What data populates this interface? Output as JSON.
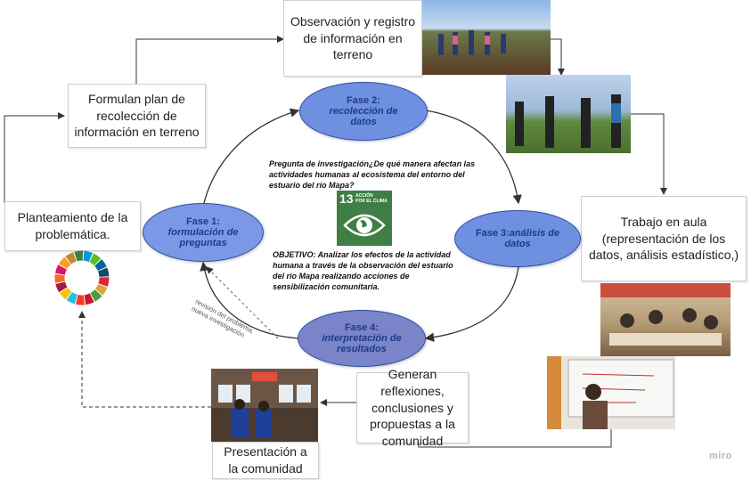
{
  "boxes": {
    "observacion": "Observación y registro de información en terreno",
    "plan": "Formulan plan de recolección de información en terreno",
    "planteamiento": "Planteamiento de la problemática.",
    "trabajo": "Trabajo en aula (representación de los datos, análisis estadístico,)",
    "reflexiones": "Generan reflexiones, conclusiones y propuestas a la comunidad",
    "presentacion": "Presentación a la comunidad"
  },
  "phases": {
    "fase1": {
      "title": "Fase 1:",
      "subtitle": "formulación de preguntas"
    },
    "fase2": {
      "title": "Fase 2:",
      "subtitle": "recolección de datos"
    },
    "fase3": {
      "title": "Fase 3:",
      "subtitle": "análisis de datos"
    },
    "fase4": {
      "title": "Fase 4:",
      "subtitle": "interpretación de resultados"
    }
  },
  "center": {
    "pregunta": "Pregunta de investigación¿De qué manera afectan las actividades humanas al ecosistema del entorno del estuario del río Mapa?",
    "objetivo": "OBJETIVO: Analizar los efectos de la actividad humana a través de la observación del estuario del río Mapa realizando acciones de sensibilización comunitaria."
  },
  "sdg": {
    "number": "13",
    "line1": "ACCIÓN",
    "line2": "POR EL CLIMA",
    "color": "#3f7e44"
  },
  "annotation": {
    "line1": "revisión del problema,",
    "line2": "nueva investigación"
  },
  "watermark": "miro",
  "colors": {
    "phase_fill": "#6f8fe0",
    "phase_border": "#2f4fa8",
    "phase_text": "#1e3a8a",
    "arrow": "#333333"
  }
}
